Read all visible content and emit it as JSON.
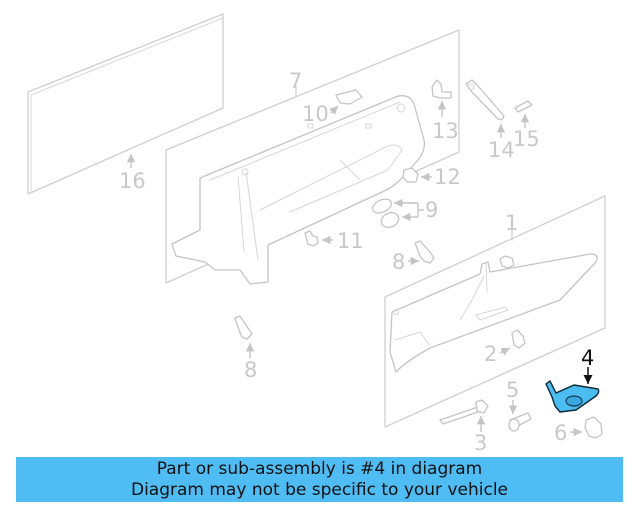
{
  "diagram": {
    "highlight_color": "#4fbcf4",
    "callouts": [
      {
        "id": "1",
        "label": "1"
      },
      {
        "id": "2",
        "label": "2"
      },
      {
        "id": "3",
        "label": "3"
      },
      {
        "id": "4",
        "label": "4",
        "highlighted": true
      },
      {
        "id": "5",
        "label": "5"
      },
      {
        "id": "6",
        "label": "6"
      },
      {
        "id": "7",
        "label": "7"
      },
      {
        "id": "8a",
        "label": "8"
      },
      {
        "id": "8b",
        "label": "8"
      },
      {
        "id": "9",
        "label": "9"
      },
      {
        "id": "10",
        "label": "10"
      },
      {
        "id": "11",
        "label": "11"
      },
      {
        "id": "12",
        "label": "12"
      },
      {
        "id": "13",
        "label": "13"
      },
      {
        "id": "14",
        "label": "14"
      },
      {
        "id": "15",
        "label": "15"
      },
      {
        "id": "16",
        "label": "16"
      }
    ]
  },
  "banner": {
    "line1": "Part or sub-assembly is #4 in diagram",
    "line2": "Diagram may not be specific to your vehicle",
    "background": "#4fbcf4"
  }
}
